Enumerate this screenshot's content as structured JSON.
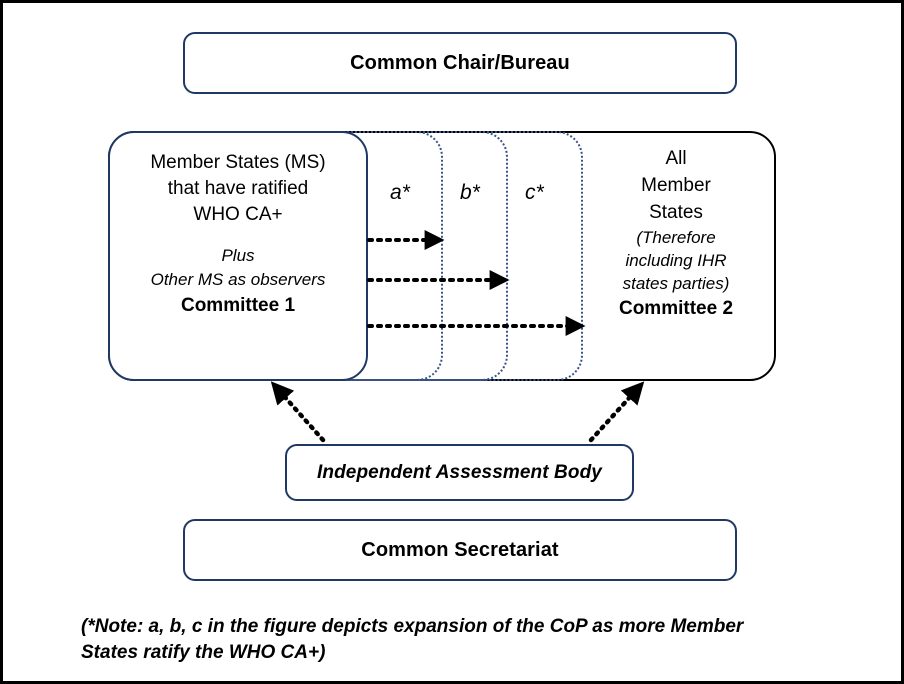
{
  "figure": {
    "title": "WHO CA+ / IHR Conference of the Parties governance structure",
    "border_color": "#000000",
    "accent_navy": "#1F3864",
    "dotted_blue": "#3B5487"
  },
  "top_box": {
    "label": "Common Chair/Bureau"
  },
  "bottom_box": {
    "label": "Common Secretariat"
  },
  "assessment_body": {
    "label": "Independent Assessment Body"
  },
  "committee1": {
    "line1": "Member States (MS)",
    "line2": "that have ratified",
    "line3": "WHO CA+",
    "plus": "Plus",
    "observers": "Other MS as observers",
    "name": "Committee 1"
  },
  "committee2": {
    "line1": "All",
    "line2": "Member",
    "line3": "States",
    "note1": "(Therefore",
    "note2": "including IHR",
    "note3": "states parties)",
    "name": "Committee 2"
  },
  "expansion": {
    "a": "a*",
    "b": "b*",
    "c": "c*"
  },
  "footnote": {
    "text": "(*Note: a, b, c in the figure depicts expansion of the CoP as more Member States ratify the WHO CA+)"
  }
}
